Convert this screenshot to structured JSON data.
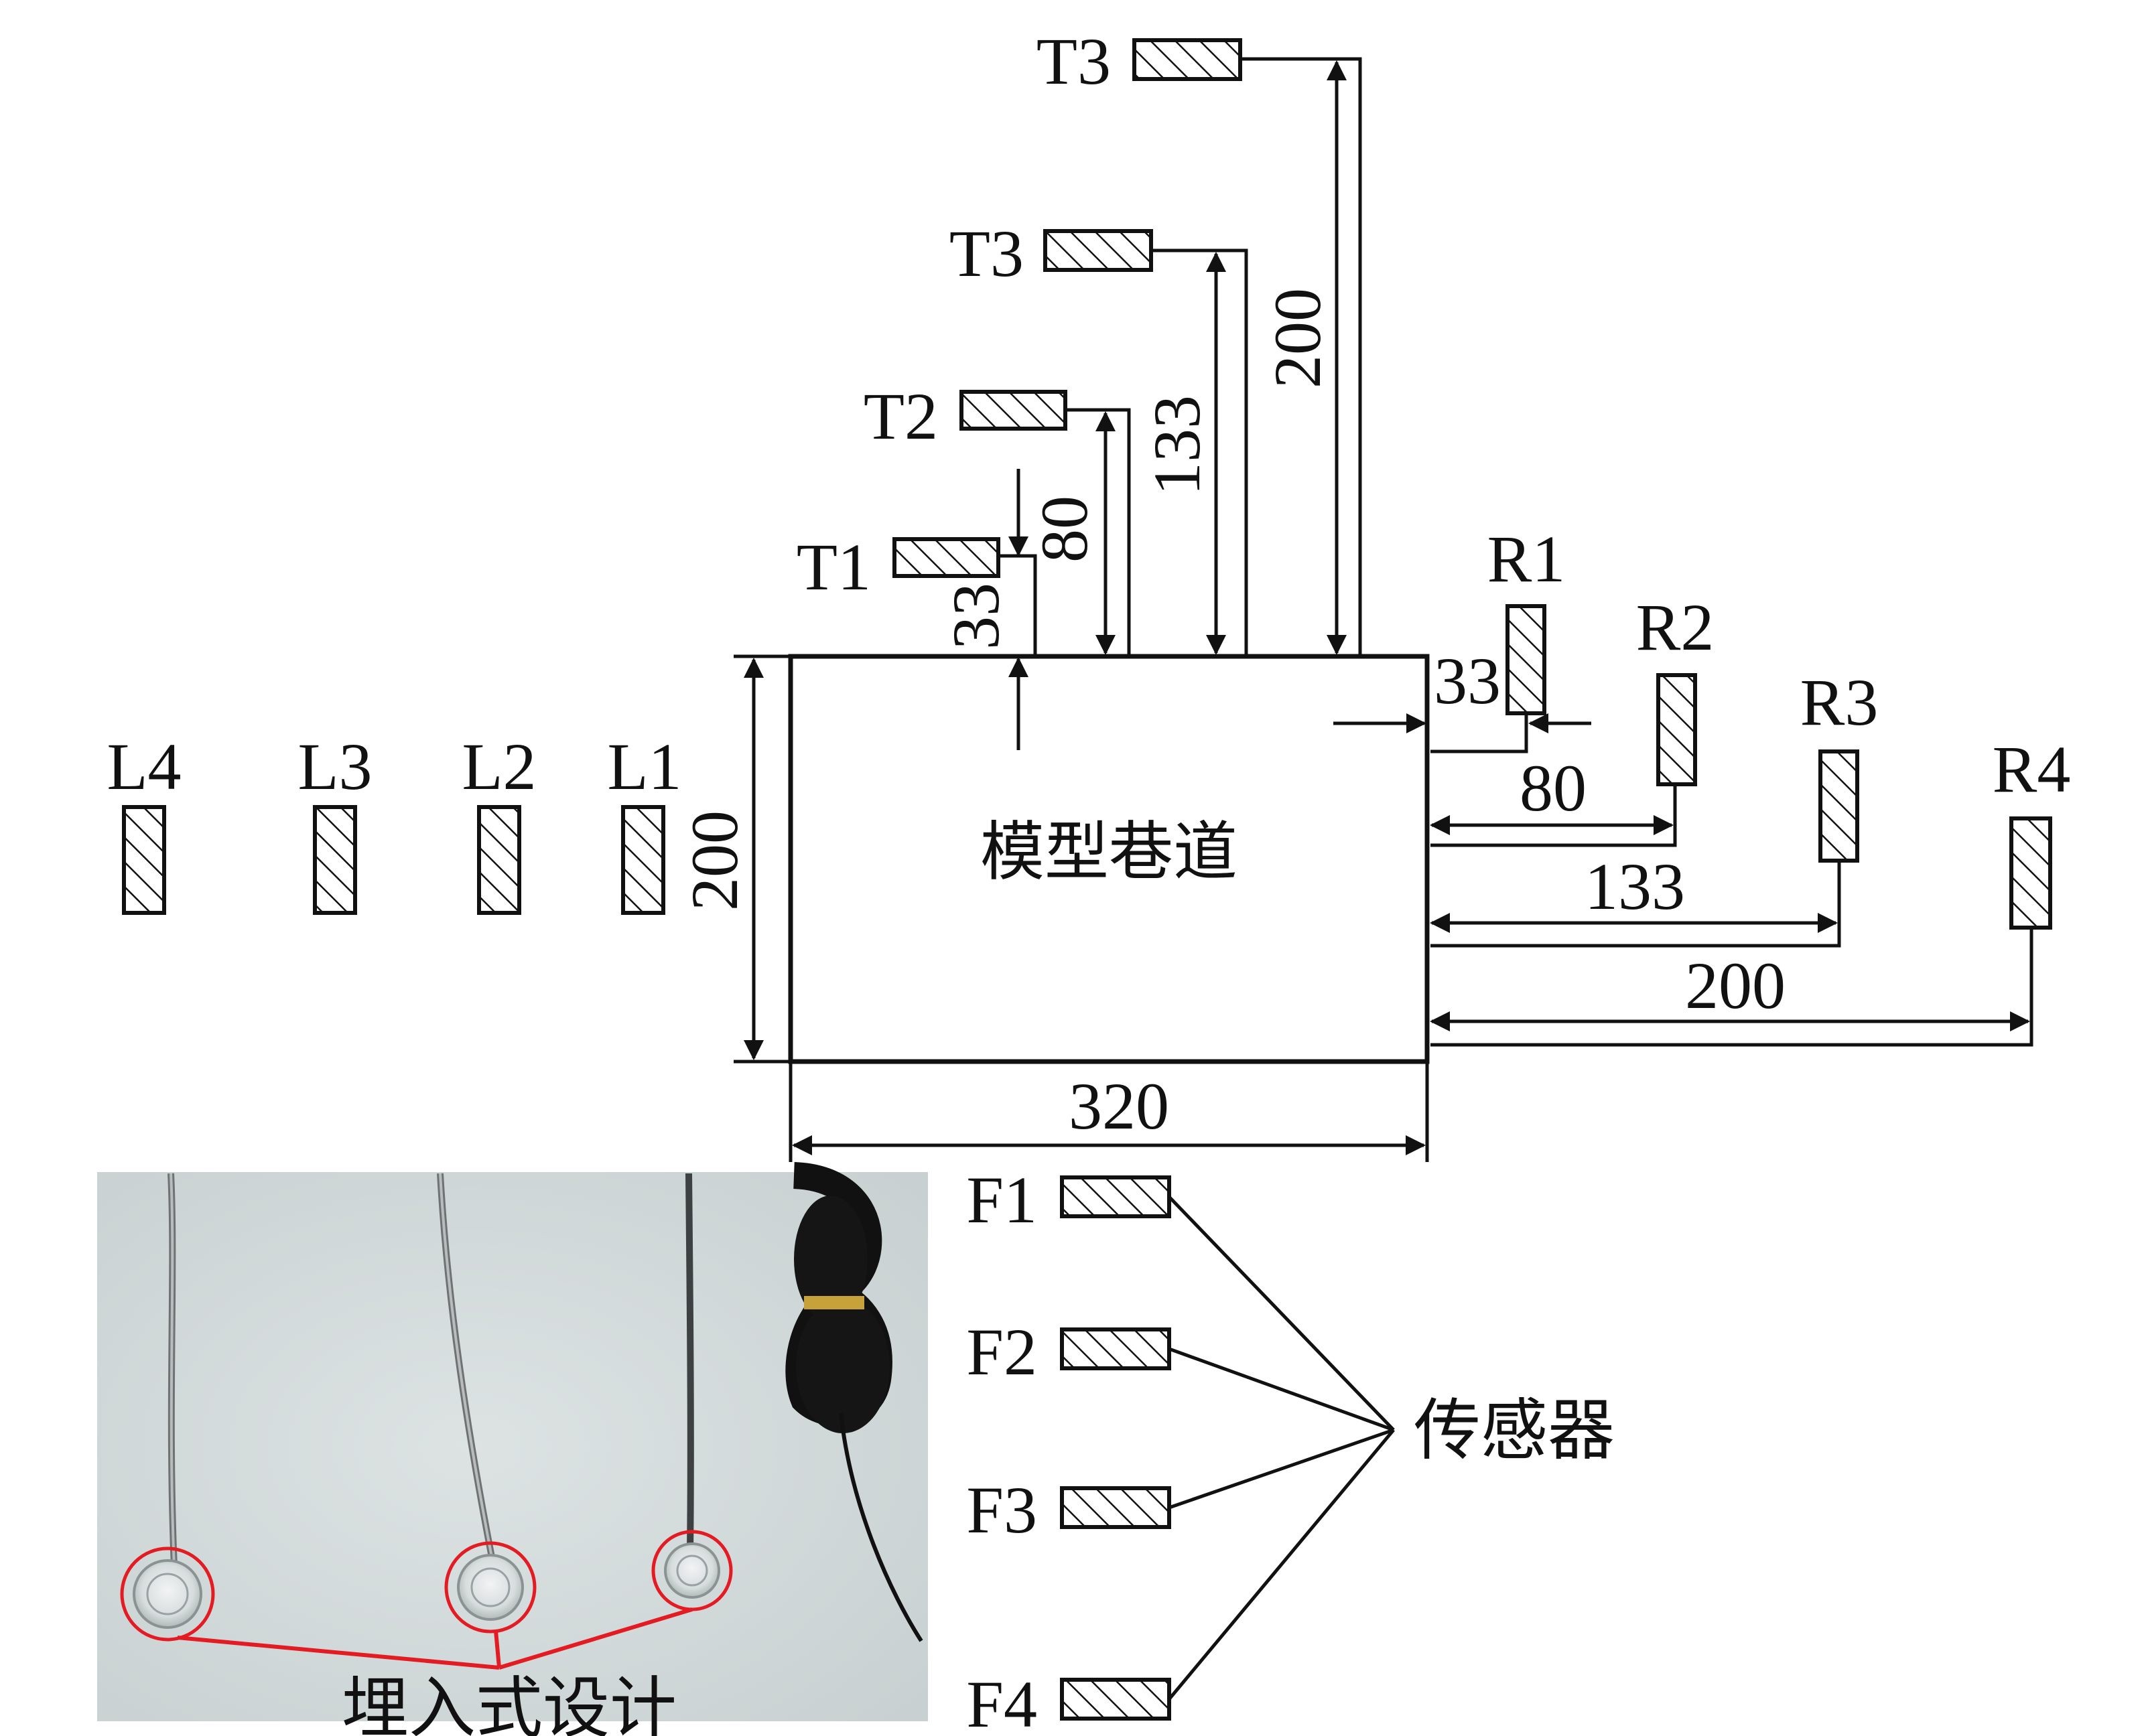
{
  "tunnel": {
    "label": "模型巷道",
    "width_label": "320",
    "height_label": "200"
  },
  "sensors": {
    "top": [
      "T1",
      "T2",
      "T3",
      "T3"
    ],
    "right": [
      "R1",
      "R2",
      "R3",
      "R4"
    ],
    "left": [
      "L1",
      "L2",
      "L3",
      "L4"
    ],
    "floor": [
      "F1",
      "F2",
      "F3",
      "F4"
    ]
  },
  "dimensions": {
    "top": [
      "33",
      "80",
      "133",
      "200"
    ],
    "right": [
      "33",
      "80",
      "133",
      "200"
    ]
  },
  "callouts": {
    "sensor_label": "传感器",
    "embedded_label": "埋入式设计"
  },
  "colors": {
    "line": "#111111",
    "photo_background": "#cfd6d6",
    "highlight": "#e31b23"
  }
}
